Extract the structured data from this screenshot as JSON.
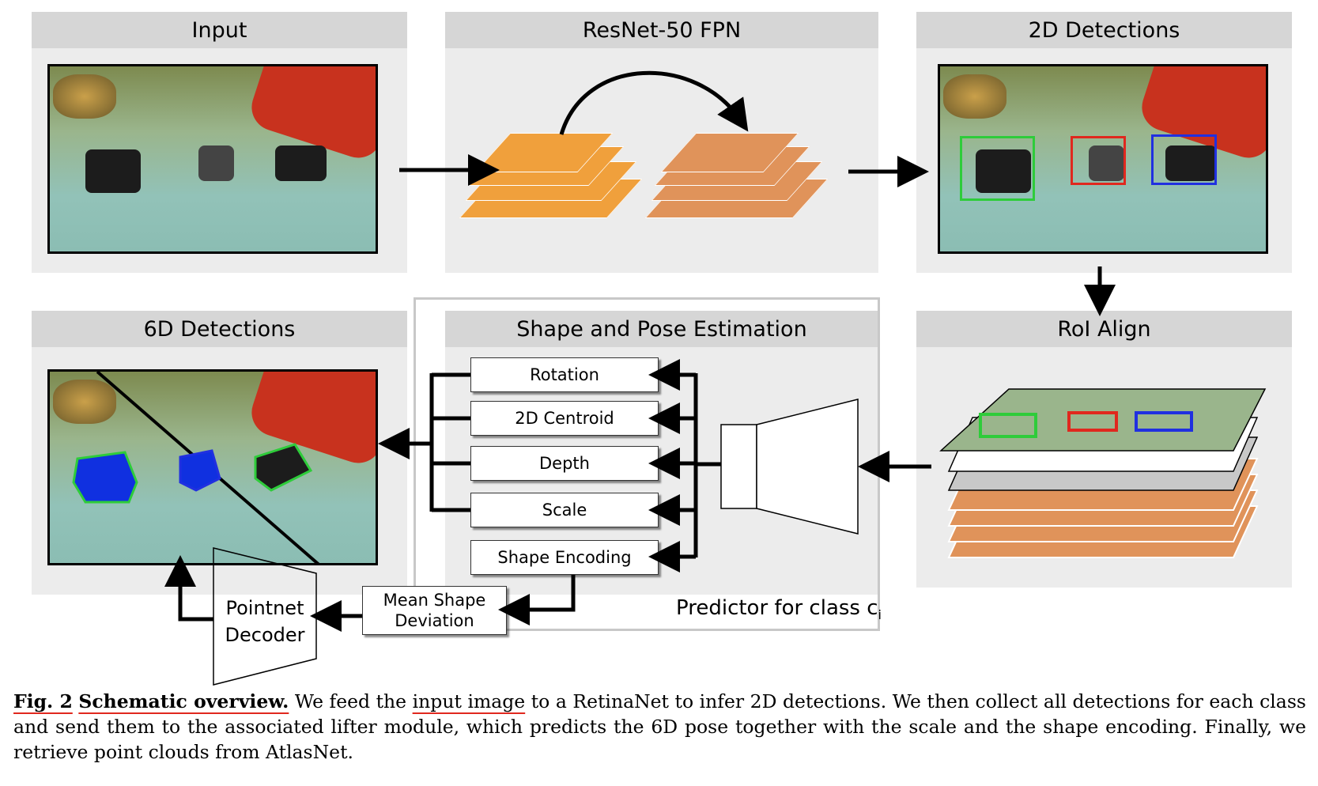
{
  "panels": {
    "input": "Input",
    "fpn": "ResNet-50 FPN",
    "detections2d": "2D Detections",
    "detections6d": "6D Detections",
    "shape_pose": "Shape and Pose Estimation",
    "roi_align": "RoI Align"
  },
  "predictor": {
    "outputs": [
      "Rotation",
      "2D Centroid",
      "Depth",
      "Scale",
      "Shape Encoding"
    ],
    "label_main": "Predictor for class c",
    "label_sub": "i"
  },
  "mean_shape": "Mean Shape Deviation",
  "decoder": {
    "line1": "Pointnet",
    "line2": "Decoder"
  },
  "caption": {
    "fig": "Fig. 2",
    "title": "Schematic overview.",
    "t1": "We feed the",
    "t2": "input image",
    "t3": "to a RetinaNet to infer 2D detections. We then collect all detections for each class and send them to the associated lifter module, which predicts the 6D pose together with the scale and the shape encoding. Finally, we retrieve point clouds from AtlasNet."
  },
  "colors": {
    "fpn_in": "#f0a03c",
    "fpn_out": "#e0935a",
    "roi_orange": "#e0935a",
    "roi_gray": "#c8c8c8",
    "bbox_green": "#2ecc3a",
    "bbox_red": "#e0281e",
    "bbox_blue": "#2030e0"
  },
  "icons": [
    "arrow-icon",
    "trapezoid-encoder-icon",
    "feature-map-stack-icon"
  ]
}
